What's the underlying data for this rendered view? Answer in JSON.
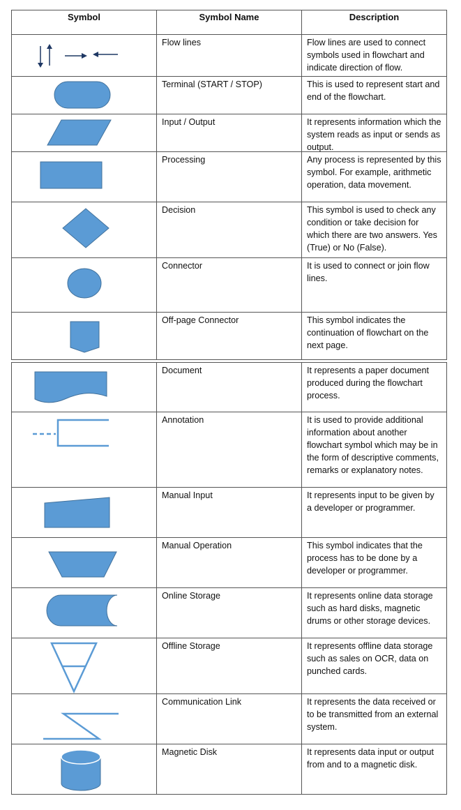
{
  "table": {
    "headers": {
      "symbol": "Symbol",
      "name": "Symbol Name",
      "description": "Description"
    },
    "rows": [
      {
        "icon": "flow-lines-icon",
        "name": "Flow lines",
        "description": "Flow lines are used to connect symbols used in flowchart and indicate direction of flow."
      },
      {
        "icon": "terminal-icon",
        "name": "Terminal (START / STOP)",
        "description": "This is used to represent start and end of the flowchart."
      },
      {
        "icon": "input-output-icon",
        "name": "Input / Output",
        "description": "It represents information which the system reads as input or sends as output."
      },
      {
        "icon": "processing-icon",
        "name": "Processing",
        "description": "Any process is represented by this symbol. For example, arithmetic operation, data movement."
      },
      {
        "icon": "decision-icon",
        "name": "Decision",
        "description": "This symbol is used to check any condition or take decision for which there are two answers. Yes (True) or No (False)."
      },
      {
        "icon": "connector-icon",
        "name": "Connector",
        "description": "It is used to connect or join flow lines."
      },
      {
        "icon": "off-page-connector-icon",
        "name": "Off-page Connector",
        "description": "This symbol indicates the continuation of flowchart on the next page."
      },
      {
        "icon": "document-icon",
        "name": "Document",
        "description": "It represents a paper document produced during the flowchart process."
      },
      {
        "icon": "annotation-icon",
        "name": "Annotation",
        "description": "It is used to provide additional information about another flowchart symbol which may be in the form of descriptive comments, remarks or explanatory notes."
      },
      {
        "icon": "manual-input-icon",
        "name": "Manual Input",
        "description": "It represents input to be given by a developer or programmer."
      },
      {
        "icon": "manual-operation-icon",
        "name": "Manual Operation",
        "description": "This symbol indicates that the process has to be done by a developer or programmer."
      },
      {
        "icon": "online-storage-icon",
        "name": "Online Storage",
        "description": "It represents online data storage such as hard disks, magnetic drums or other storage devices."
      },
      {
        "icon": "offline-storage-icon",
        "name": "Offline Storage",
        "description": "It represents offline data storage such as sales on OCR, data on punched cards."
      },
      {
        "icon": "communication-link-icon",
        "name": "Communication Link",
        "description": "It represents the data received or to be transmitted from an external system."
      },
      {
        "icon": "magnetic-disk-icon",
        "name": "Magnetic Disk",
        "description": "It represents data input or output from and to a magnetic disk."
      }
    ]
  },
  "colors": {
    "shape_fill": "#5b9bd5",
    "shape_stroke": "#41719c",
    "line_dark": "#1f3864",
    "border": "#555555"
  }
}
